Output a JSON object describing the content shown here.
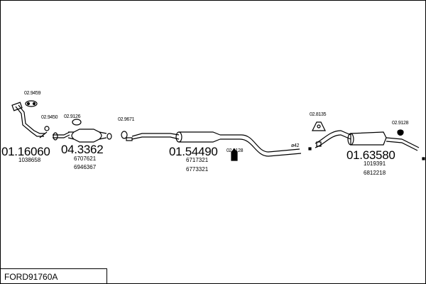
{
  "footer": {
    "code": "FORD91760A"
  },
  "parts": [
    {
      "id": "01.16060",
      "refs": [
        "1038658"
      ]
    },
    {
      "id": "04.3362",
      "refs": [
        "6707621",
        "6946367"
      ]
    },
    {
      "id": "01.54490",
      "refs": [
        "6717321",
        "6773321"
      ]
    },
    {
      "id": "01.63580",
      "refs": [
        "1019391",
        "6812218"
      ]
    }
  ],
  "accessories": {
    "a1": "02.9459",
    "a2": "02.9450",
    "a3": "02.9126",
    "a4": "02.9671",
    "a5": "02.9128",
    "a6": "02.8135",
    "a7": "02.9128"
  },
  "diameter_label": "ø42"
}
